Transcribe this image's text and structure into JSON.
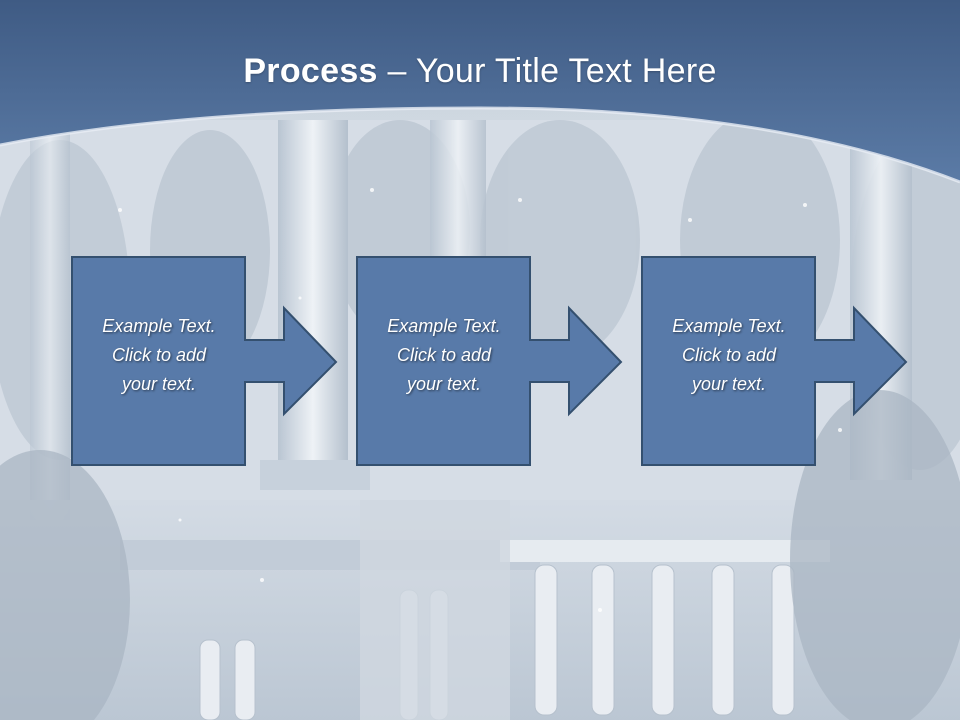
{
  "slide": {
    "title_bold": "Process",
    "title_rest": " – Your Title Text Here",
    "steps": [
      {
        "text": "Example Text.\nClick  to add\nyour text."
      },
      {
        "text": "Example Text.\nClick  to add\nyour text."
      },
      {
        "text": "Example Text.\nClick  to add\nyour text."
      }
    ],
    "colors": {
      "header": "#4f6e9a",
      "box_fill": "#587aa9",
      "box_border": "#34506f"
    }
  }
}
